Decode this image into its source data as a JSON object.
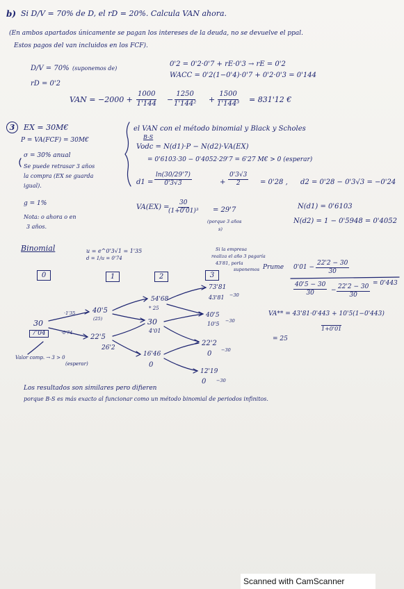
{
  "part_b": {
    "marker": "b)",
    "title": "Si D/V = 70% de D, el rD = 20%. Calcula VAN ahora.",
    "note_line1": "(En ambos apartados únicamente se pagan los intereses de la deuda, no se devuelve el ppal.",
    "note_line2": "Estos pagos del van incluidos en los FCF).",
    "dv_label": "D/V = 70%",
    "dv_note": "(suponemos de)",
    "rd_label": "rD = 0'2",
    "eq1": "0'2 = 0'2·0'7 + rE·0'3 → rE = 0'2",
    "eq2": "WACC = 0'2(1−0'4)·0'7 + 0'2·0'3 = 0'144",
    "van_prefix": "VAN = −2000 +",
    "van_f1_num": "1000",
    "van_f1_den": "1'144",
    "van_op2": "−",
    "van_f2_num": "1250",
    "van_f2_den": "1'144²",
    "van_op3": "+",
    "van_f3_num": "1500",
    "van_f3_den": "1'144³",
    "van_result": "= 831'12 €"
  },
  "ex3": {
    "number": "3",
    "ex_label": "EX = 30M€",
    "p_label": "P = VA(FCF) = 30M€",
    "sigma_label": "σ = 30% anual",
    "delay_line1": "Se puede retrasar 3 años",
    "delay_line2": "la compra (EX se guarda",
    "delay_line3": "igual).",
    "rf_label": "g = 1%",
    "nota_line1": "Nota: o ahora o en",
    "nota_line2": "3 años.",
    "bs_title": "el VAN con el método binomial y Black y Scholes",
    "bs_tag": "B-S",
    "vodc_line": "Vodc = N(d1)·P − N(d2)·VA(EX)",
    "vodc_values": "= 0'6103·30 − 0'4052·29'7 = 6'27 M€ > 0 (esperar)",
    "d1_label": "d1 =",
    "d1_num": "ln(30/29'7)",
    "d1_den": "0'3√3",
    "d1_plus": "+",
    "d1_f2_num": "0'3√3",
    "d1_f2_den": "2",
    "d1_result": "= 0'28 ,",
    "d2_line": "d2 = 0'28 − 0'3√3 = −0'24",
    "vaex_label": "VA(EX) =",
    "vaex_num": "30",
    "vaex_den": "(1+0'01)³",
    "vaex_result": "= 29'7",
    "vaex_note_line1": "(porque 3 años",
    "vaex_note_line2": "s)",
    "nd1": "N(d1) = 0'6103",
    "nd2": "N(d2) = 1 − 0'5948 = 0'4052"
  },
  "binomial": {
    "title": "Binomial",
    "u_line": "u = e^0'3√1 = 1'35",
    "d_line": "d = 1/u = 0'74",
    "periods": [
      "0",
      "1",
      "2",
      "3"
    ],
    "top_note_line1": "Si la empresa",
    "top_note_line2": "realiza el año 3 pagaría",
    "top_note_line3": "43'81, porla",
    "top_note_line4": "suponemos",
    "prume_label": "Prume",
    "prob_num1": "0'01 −",
    "prob_frac1_num": "22'2 − 30",
    "prob_frac1_den": "30",
    "prob_frac2_num": "40'5 − 30",
    "prob_frac2_den": "30",
    "prob_minus": "−",
    "prob_frac3_num": "22'2 − 30",
    "prob_frac3_den": "30",
    "prob_result": "= 0'443",
    "va_line": "VA** = 43'81·0'443 + 10'5(1−0'443)",
    "va_den": "1+0'01",
    "va_result": "= 25",
    "node_root": "30",
    "node_root_box": "7'04",
    "root_up_label": "·1'35",
    "root_down_label": "·0'74",
    "n1_up": "40'5",
    "n1_up_sub": "(25)",
    "n1_down": "22'5",
    "n1_down_sub": "26'2",
    "n2_top": "54'68",
    "n2_top_sub": "* 25",
    "n2_mid": "30",
    "n2_mid_sub": "4'01",
    "n2_low": "16'46",
    "n2_low_sub": "0",
    "n3_a": "73'81",
    "n3_a_sub": "43'81",
    "n3_a_side": "−30",
    "n3_b": "40'5",
    "n3_b_sub": "10'5",
    "n3_b_side": "−30",
    "n3_c": "22'2",
    "n3_c_sub": "0",
    "n3_c_side": "−30",
    "n3_d": "12'19",
    "n3_d_sub": "0",
    "n3_d_side": "−30",
    "valor_line1": "Valor comp. → 3 > 0",
    "valor_line2": "(esperar)"
  },
  "conclusion": {
    "line1": "Los resultados son similares pero difieren",
    "line2": "porque B-S es más exacto al funcionar como un método binomial de periodos infinitos."
  },
  "footer": {
    "scanner": "Scanned with CamScanner"
  }
}
